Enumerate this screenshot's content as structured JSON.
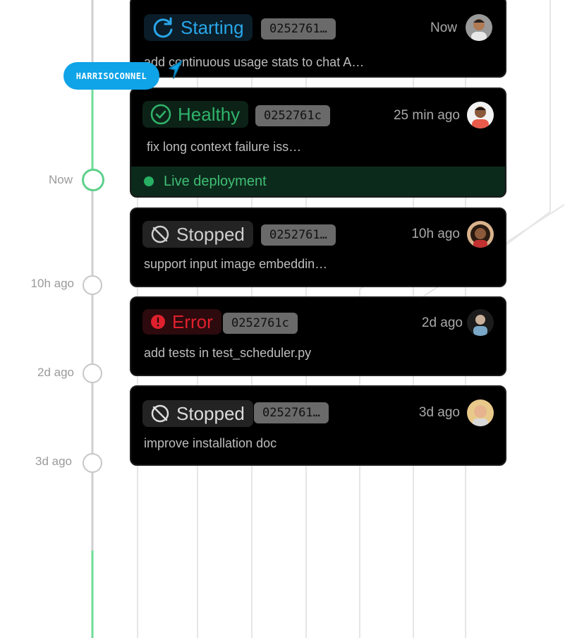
{
  "timeline": {
    "labels": [
      "Now",
      "10h ago",
      "2d ago",
      "3d ago"
    ]
  },
  "cursor": {
    "user": "HARRISOCONNEL"
  },
  "deployments": [
    {
      "status": "Starting",
      "hash": "0252761…",
      "time": "Now",
      "message": "add continuous usage stats to chat A…",
      "avatar_icon": "avatar-1"
    },
    {
      "status": "Healthy",
      "hash": "0252761c",
      "time": "25 min ago",
      "message": "fix long context failure iss…",
      "live_label": "Live deployment",
      "avatar_icon": "avatar-2"
    },
    {
      "status": "Stopped",
      "hash": "0252761…",
      "time": "10h ago",
      "message": "support input image embeddin…",
      "avatar_icon": "avatar-3"
    },
    {
      "status": "Error",
      "hash": "0252761c",
      "time": "2d ago",
      "message": "add tests in test_scheduler.py",
      "avatar_icon": "avatar-4"
    },
    {
      "status": "Stopped",
      "hash": "0252761…",
      "time": "3d ago",
      "message": "improve installation doc",
      "avatar_icon": "avatar-5"
    }
  ],
  "colors": {
    "starting": "#1e9be0",
    "healthy": "#2fb36a",
    "stopped": "#d0d0d0",
    "error": "#e0202d",
    "timeline_active": "#5fd08b"
  }
}
